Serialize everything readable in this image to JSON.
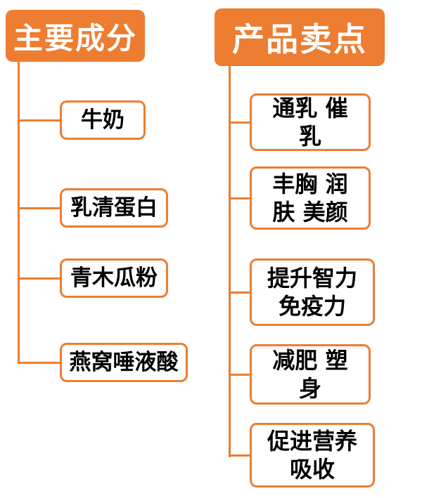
{
  "accent_color": "#ED7D31",
  "left_tree": {
    "title": "主要成分",
    "items": [
      {
        "label": "牛奶"
      },
      {
        "label": "乳清蛋白"
      },
      {
        "label": "青木瓜粉"
      },
      {
        "label": "燕窝唾液酸"
      }
    ]
  },
  "right_tree": {
    "title": "产品卖点",
    "items": [
      {
        "label": "通乳 催\n乳"
      },
      {
        "label": "丰胸 润\n肤 美颜"
      },
      {
        "label": "提升智力\n免疫力"
      },
      {
        "label": "减肥 塑\n身"
      },
      {
        "label": "促进营养\n吸收"
      }
    ]
  }
}
